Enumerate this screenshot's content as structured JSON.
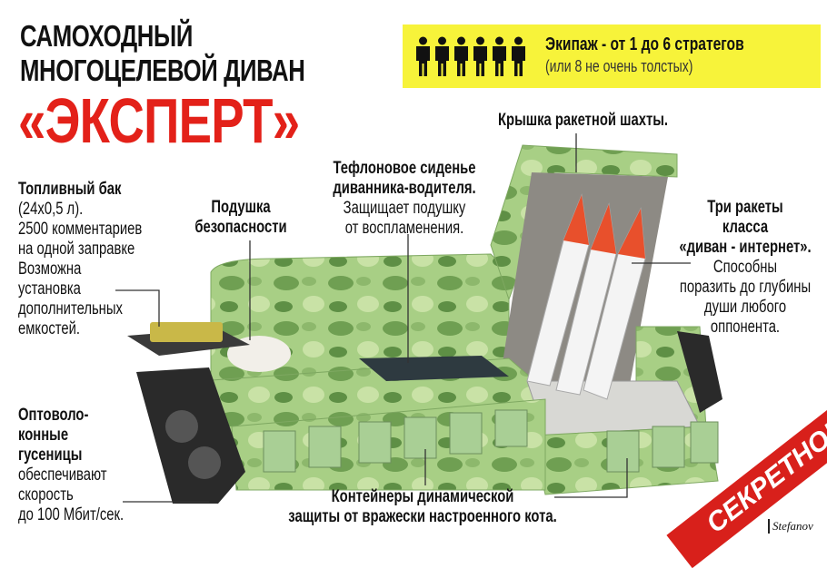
{
  "title": {
    "line1": "САМОХОДНЫЙ",
    "line2": "МНОГОЦЕЛЕВОЙ ДИВАН",
    "name": "«ЭКСПЕРТ»"
  },
  "crew": {
    "icon": "person-icon",
    "count_icons": 6,
    "main": "Экипаж - от 1 до 6 стратегов",
    "sub": "(или 8 не очень толстых)",
    "bg_color": "#f7f33a"
  },
  "callouts": {
    "lid": "Крышка ракетной шахты.",
    "seat": {
      "title1": "Тефлоновое сиденье",
      "title2": "диванника-водителя.",
      "text1": "Защищает подушку",
      "text2": "от воспламенения."
    },
    "pillow": {
      "line1": "Подушка",
      "line2": "безопасности"
    },
    "fuel": {
      "title": "Топливный бак",
      "lines": [
        "(24х0,5 л).",
        "2500 комментариев",
        "на одной заправке",
        "Возможна",
        "установка",
        "дополнительных",
        "емкостей."
      ]
    },
    "rockets": {
      "title": [
        "Три ракеты",
        "класса",
        "«диван - интернет»."
      ],
      "lines": [
        "Способны",
        "поразить до глубины",
        "души любого",
        "оппонента."
      ]
    },
    "tracks": {
      "title": [
        "Оптоволо-",
        "конные",
        "гусеницы"
      ],
      "lines": [
        "обеспечивают",
        "скорость",
        "до 100 Мбит/сек."
      ]
    },
    "containers": {
      "line1": "Контейнеры динамической",
      "line2": "защиты от вражески настроенного кота."
    }
  },
  "stamp": {
    "text": "СЕКРЕТНО!",
    "color": "#d8201b"
  },
  "signature": "Stefanov",
  "colors": {
    "accent_red": "#e32119",
    "camo_green": "#9cc47a"
  }
}
